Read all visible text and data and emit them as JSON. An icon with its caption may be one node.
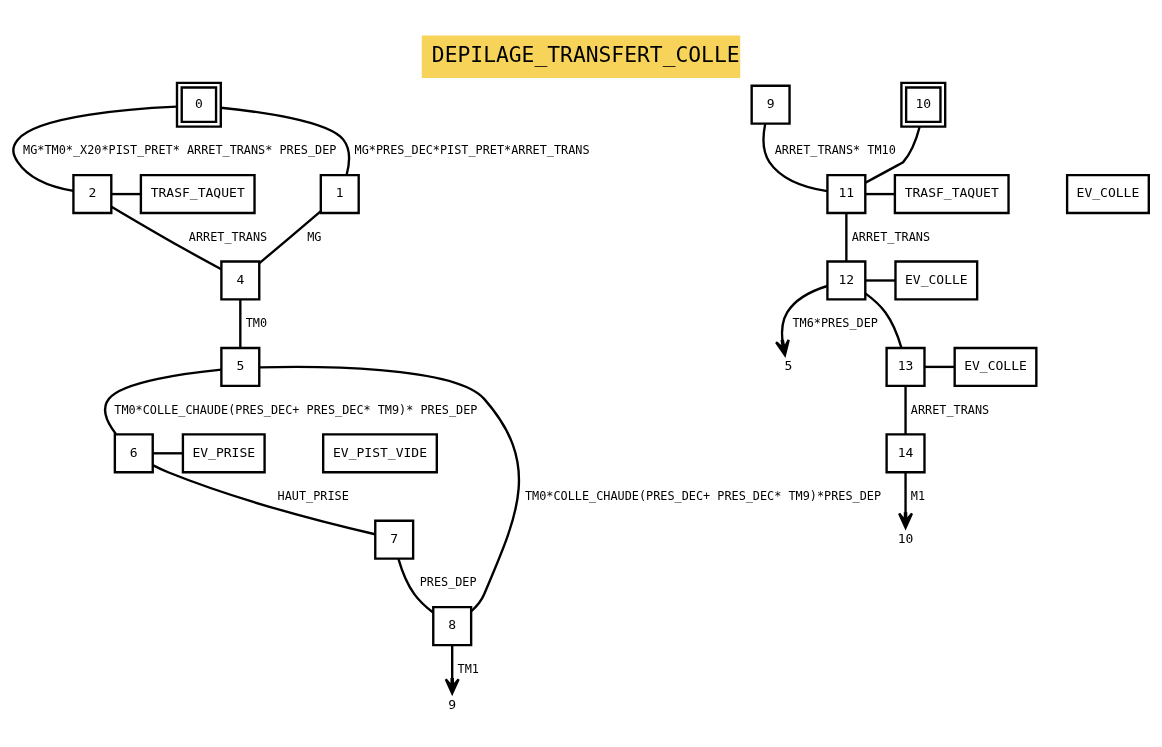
{
  "diagram": {
    "title": "DEPILAGE_TRANSFERT_COLLE",
    "nodes": [
      {
        "text": [
          "0"
        ]
      },
      {
        "text": [
          "2"
        ]
      },
      {
        "text": [
          "TRASF_TAQUET"
        ]
      },
      {
        "text": [
          "1"
        ]
      },
      {
        "text": [
          "4"
        ]
      },
      {
        "text": [
          "5"
        ]
      },
      {
        "text": [
          "6"
        ]
      },
      {
        "text": [
          "EV_PRISE"
        ]
      },
      {
        "text": [
          "EV_PIST_VIDE"
        ]
      },
      {
        "text": [
          "7"
        ]
      },
      {
        "text": [
          "8"
        ]
      },
      {
        "text": [
          "9"
        ]
      },
      {
        "text": [
          "9"
        ]
      },
      {
        "text": [
          "10"
        ]
      },
      {
        "text": [
          "11"
        ]
      },
      {
        "text": [
          "TRASF_TAQUET"
        ]
      },
      {
        "text": [
          "EV_COLLE"
        ]
      },
      {
        "text": [
          "12"
        ]
      },
      {
        "text": [
          "EV_COLLE"
        ]
      },
      {
        "text": [
          "5"
        ]
      },
      {
        "text": [
          "13"
        ]
      },
      {
        "text": [
          "EV_COLLE"
        ]
      },
      {
        "text": [
          "14"
        ]
      },
      {
        "text": [
          "10"
        ]
      }
    ],
    "edges": [
      {
        "from": 0,
        "to": 1,
        "arrow": "none",
        "label": "MG*TM0*_X20*PIST_PRET* ARRET_TRANS* PRES_DEP"
      },
      {
        "from": 0,
        "to": 3,
        "arrow": "none",
        "label": "MG*PRES_DEC*PIST_PRET*ARRET_TRANS"
      },
      {
        "from": 1,
        "to": 2,
        "arrow": "none"
      },
      {
        "from": 1,
        "to": 4,
        "arrow": "none",
        "label": "ARRET_TRANS"
      },
      {
        "from": 3,
        "to": 4,
        "arrow": "none",
        "label": "MG"
      },
      {
        "from": 4,
        "to": 5,
        "arrow": "none",
        "label": "TM0"
      },
      {
        "from": 5,
        "to": 6,
        "arrow": "none",
        "label": "TM0*COLLE_CHAUDE(PRES_DEC+ PRES_DEC* TM9)* PRES_DEP"
      },
      {
        "from": 6,
        "to": 7,
        "arrow": "none"
      },
      {
        "from": 6,
        "to": 9,
        "arrow": "none",
        "label": "HAUT_PRISE"
      },
      {
        "from": 9,
        "to": 10,
        "arrow": "none",
        "label": "PRES_DEP"
      },
      {
        "from": 5,
        "to": 10,
        "arrow": "none",
        "label": "TM0*COLLE_CHAUDE(PRES_DEC+ PRES_DEC* TM9)*PRES_DEP"
      },
      {
        "from": 10,
        "to": 11,
        "arrow": "to",
        "label": "TM1"
      },
      {
        "from": 12,
        "to": 14,
        "arrow": "none",
        "label": "ARRET_TRANS* TM10"
      },
      {
        "from": 13,
        "to": 14,
        "arrow": "none"
      },
      {
        "from": 14,
        "to": 15,
        "arrow": "none"
      },
      {
        "from": 14,
        "to": 17,
        "arrow": "none",
        "label": "ARRET_TRANS"
      },
      {
        "from": 17,
        "to": 18,
        "arrow": "none"
      },
      {
        "from": 17,
        "to": 19,
        "arrow": "to",
        "label": "TM6*PRES_DEP"
      },
      {
        "from": 17,
        "to": 20,
        "arrow": "none"
      },
      {
        "from": 20,
        "to": 21,
        "arrow": "none"
      },
      {
        "from": 20,
        "to": 22,
        "arrow": "none",
        "label": "ARRET_TRANS"
      },
      {
        "from": 22,
        "to": 23,
        "arrow": "to",
        "label": "M1"
      }
    ]
  }
}
